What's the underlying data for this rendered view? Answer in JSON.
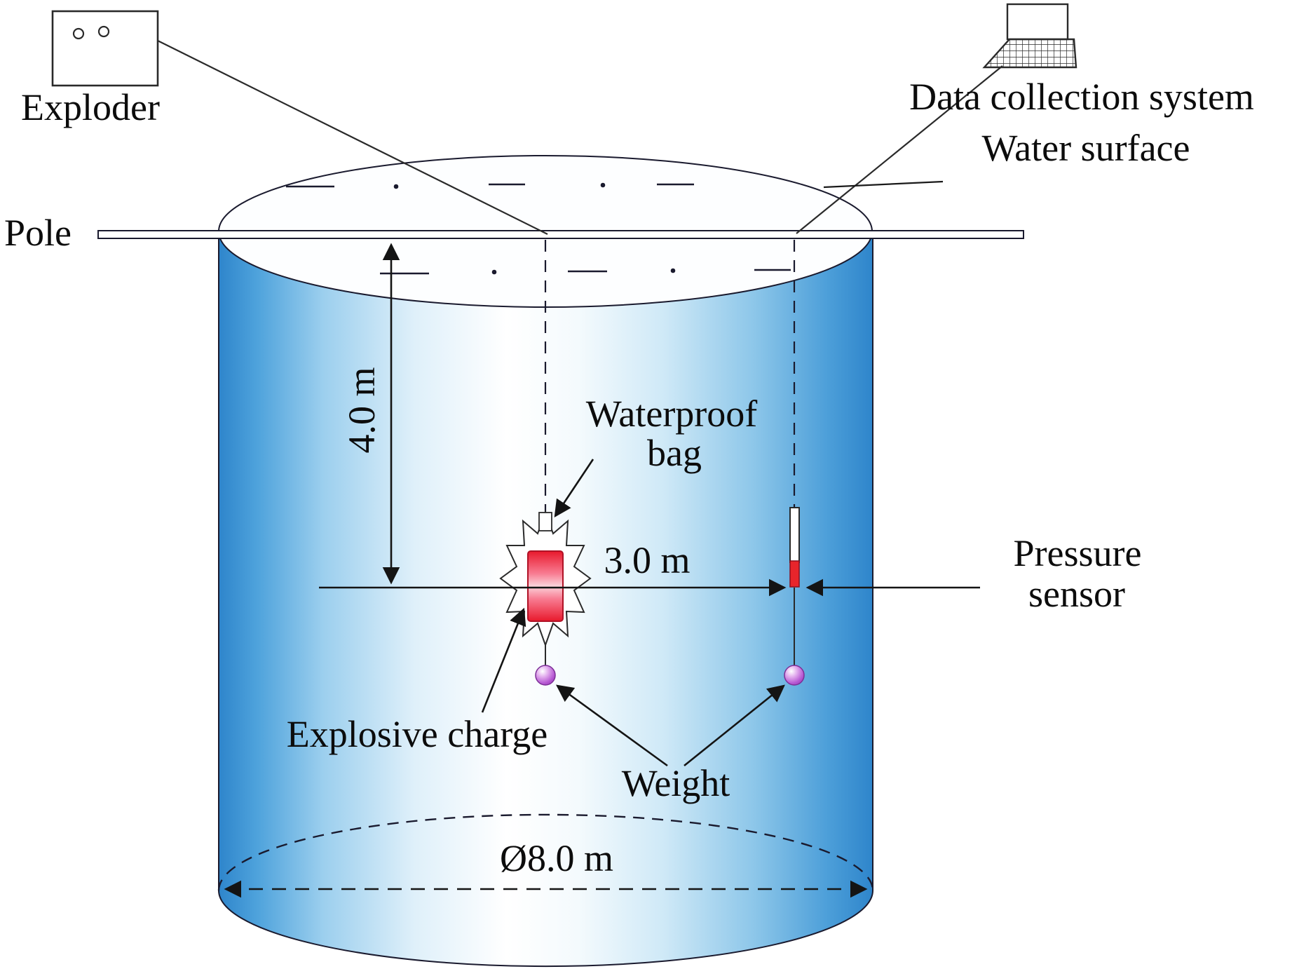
{
  "figure": {
    "type": "underwater-explosion-test-setup-diagram",
    "labels": {
      "exploder": "Exploder",
      "data_collection_system": "Data collection system",
      "water_surface": "Water surface",
      "pole": "Pole",
      "depth_dimension": "4.0 m",
      "waterproof_bag_line1": "Waterproof",
      "waterproof_bag_line2": "bag",
      "horizontal_distance": "3.0 m",
      "pressure_sensor_line1": "Pressure",
      "pressure_sensor_line2": "sensor",
      "explosive_charge": "Explosive charge",
      "weight": "Weight",
      "tank_diameter": "Ø8.0 m"
    },
    "icons": {
      "data_collection": "laptop-icon",
      "detonator": "exploder-box-icon"
    },
    "colors": {
      "water_edge_blue": "#2e85cb",
      "water_center": "#ffffff",
      "explosive_red": "#e8192c",
      "sensor_red": "#e8252b",
      "weight_purple": "#b557d2",
      "line_dark": "#141414"
    }
  }
}
